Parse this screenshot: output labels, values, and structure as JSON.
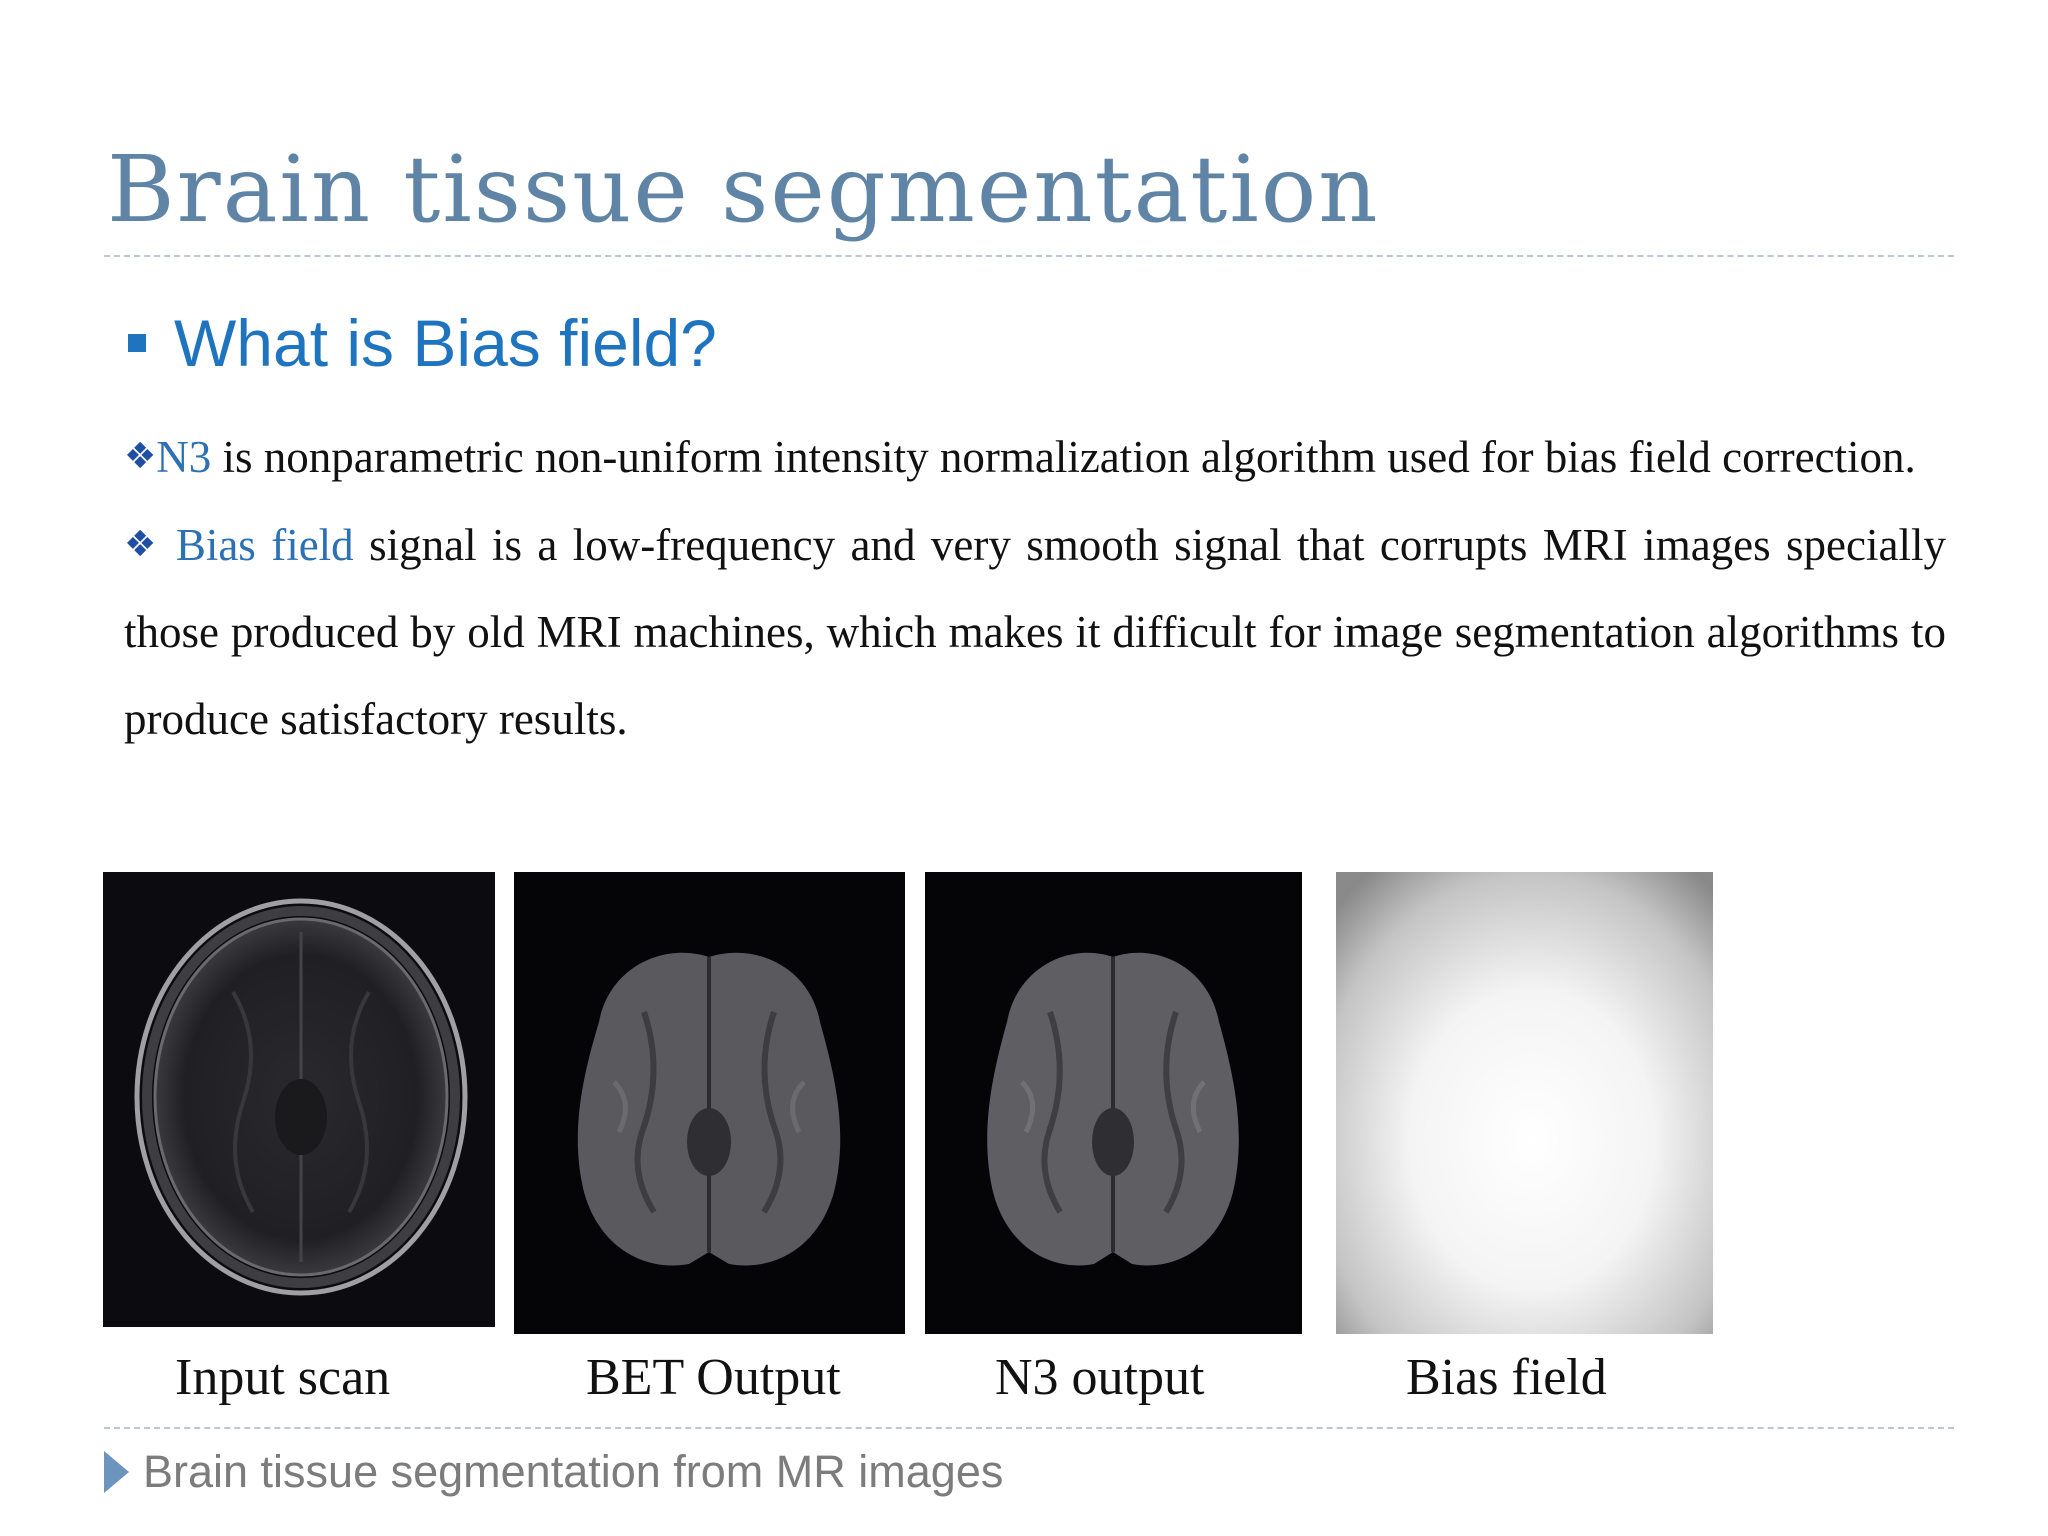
{
  "slide": {
    "title": "Brain tissue segmentation",
    "subheading": "What is Bias field?",
    "paragraphs": [
      {
        "marker": "❖",
        "term": "N3",
        "text": " is nonparametric non-uniform intensity normalization algorithm used for bias field correction."
      },
      {
        "marker": "❖",
        "term": " Bias field",
        "text": " signal is a low-frequency and very smooth signal that corrupts MRI images specially those produced by old MRI machines, which makes it difficult for image segmentation algorithms to produce satisfactory results."
      }
    ],
    "figures": [
      {
        "caption": "Input scan"
      },
      {
        "caption": "BET Output"
      },
      {
        "caption": "N3 output"
      },
      {
        "caption": "Bias field"
      }
    ],
    "footer": "Brain tissue segmentation from MR images"
  },
  "colors": {
    "title": "#5f84a6",
    "accent": "#1f74bf",
    "term": "#2c70b5",
    "footer_text": "#7c7c7c",
    "footer_marker": "#6d94bd"
  },
  "icons": {
    "subheading_bullet": "square-bullet-icon",
    "paragraph_bullet": "diamond-cluster-icon",
    "footer_marker": "triangle-right-icon"
  }
}
